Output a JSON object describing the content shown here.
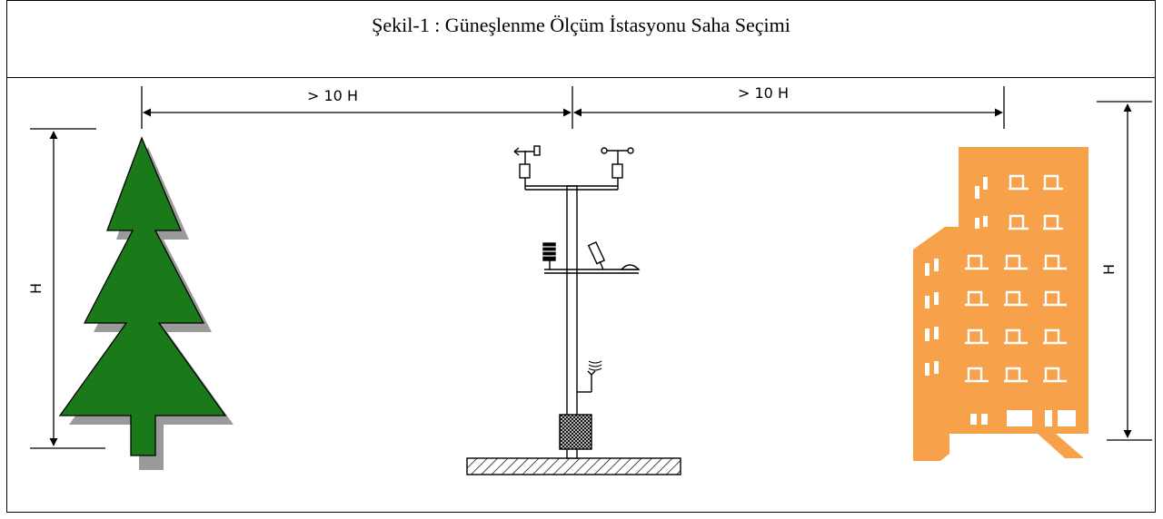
{
  "title": "Şekil-1 : Güneşlenme Ölçüm İstasyonu Saha Seçimi",
  "dimensions": {
    "left_distance": "> 10 H",
    "right_distance": "> 10 H",
    "tree_height": "H",
    "building_height": "H"
  },
  "colors": {
    "tree": "#1a7a1a",
    "tree_shadow": "#9a9a9a",
    "building": "#f7a24a",
    "line": "#000000"
  }
}
